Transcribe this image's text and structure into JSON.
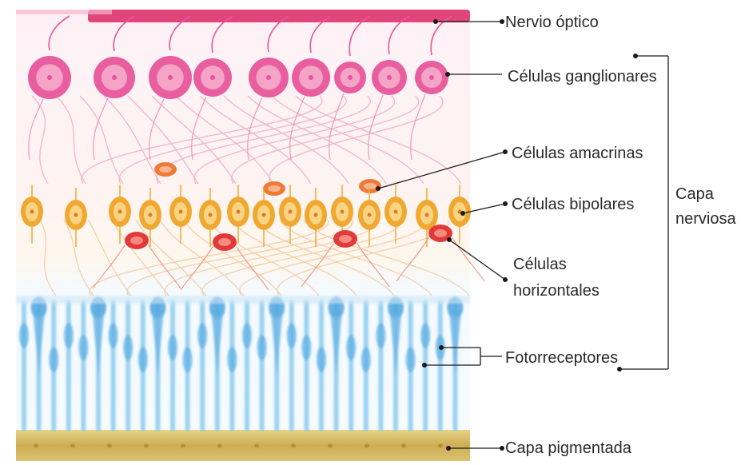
{
  "labels": {
    "optic_nerve": "Nervio óptico",
    "ganglion_cells": "Células ganglionares",
    "amacrine_cells": "Células amacrinas",
    "bipolar_cells": "Células bipolares",
    "horizontal_cells_line1": "Células",
    "horizontal_cells_line2": "horizontales",
    "photoreceptors": "Fotorreceptores",
    "pigment_layer": "Capa pigmentada",
    "nerve_layer_line1": "Capa",
    "nerve_layer_line2": "nerviosa"
  },
  "colors": {
    "optic_nerve": "#e0457b",
    "ganglion": "#e8559a",
    "amacrine": "#ee7a3a",
    "bipolar": "#f0a830",
    "horizontal": "#e23a3a",
    "photoreceptor": "#7fc4ec",
    "pigment": "#c9a53f",
    "leader": "#1a1a1a"
  }
}
